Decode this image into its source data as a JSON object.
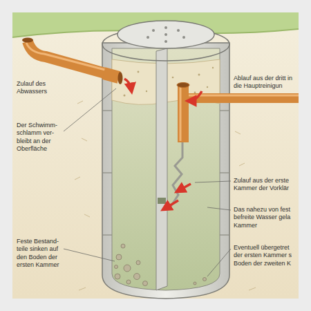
{
  "diagram": {
    "labels": [
      "Zulauf des Abwassers",
      "Ablauf aus der dritt in die Hauptreinigun",
      "Der Schwimm- schlamm ver- bleibt an der Oberfläche",
      "Zulauf aus der erste Kammer der Vorklär",
      "Das nahezu von fest befreite Wasser gela Kammer",
      "Feste Bestand- teile sinken auf den Boden der ersten Kammer",
      "Eventuell übergetret der ersten Kammer s Boden der zweiten K"
    ]
  }
}
